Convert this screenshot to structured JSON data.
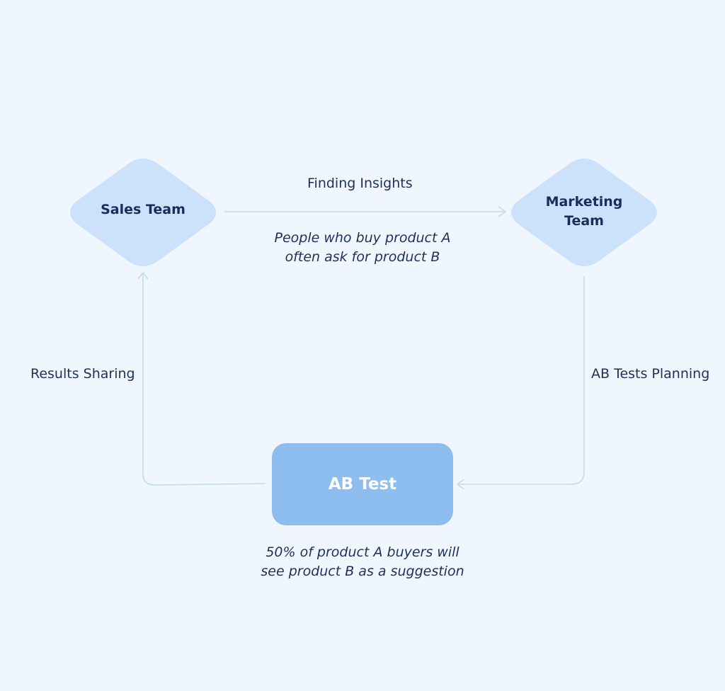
{
  "nodes": {
    "sales": {
      "line1": "Sales Team"
    },
    "marketing": {
      "line1": "Marketing",
      "line2": "Team"
    },
    "ab_test": {
      "label": "AB Test"
    }
  },
  "edges": {
    "finding_insights": "Finding Insights",
    "ab_tests_planning": "AB Tests Planning",
    "results_sharing": "Results Sharing"
  },
  "notes": {
    "insight_line1": "People who buy product A",
    "insight_line2": "often ask for product B",
    "test_line1": "50% of product A buyers will",
    "test_line2": "see product B as a suggestion"
  },
  "colors": {
    "background": "#eff6fe",
    "diamond_fill": "#cce2fb",
    "box_fill": "#8ebdf0",
    "connector": "#c3daf3",
    "text": "#1b2b5c"
  }
}
